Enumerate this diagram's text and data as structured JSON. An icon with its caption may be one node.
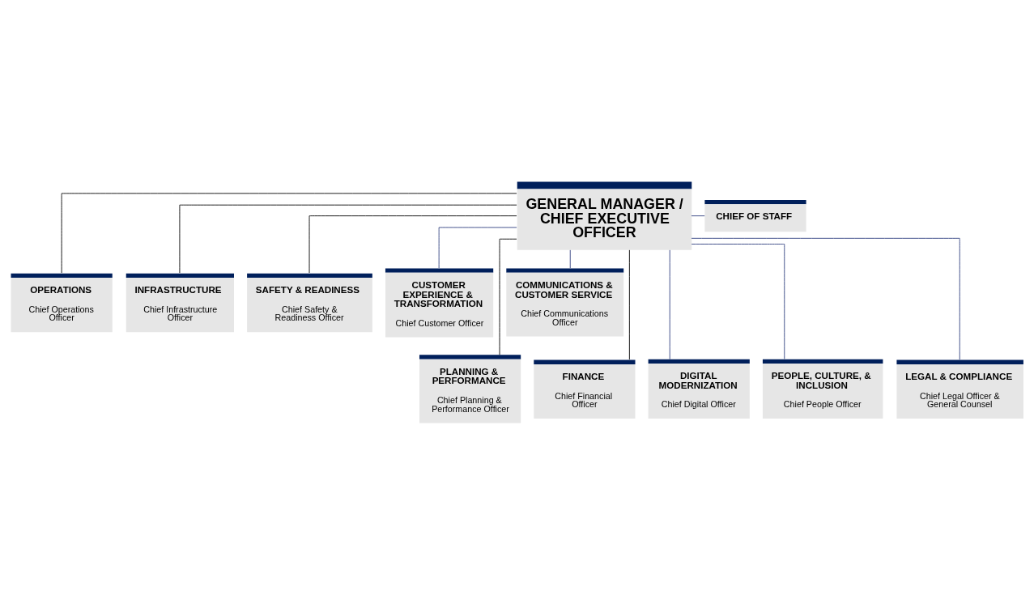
{
  "diagram": {
    "nodes": [
      {
        "text": [
          "GENERAL MANAGER / CHIEF EXECUTIVE OFFICER"
        ]
      },
      {
        "text": [
          "CHIEF OF STAFF"
        ]
      },
      {
        "text": [
          "OPERATIONS",
          "Chief Operations Officer"
        ]
      },
      {
        "text": [
          "PLANNING & PERFORMANCE",
          "Chief Planning & Performance Officer"
        ]
      },
      {
        "text": [
          "INFRASTRUCTURE",
          "Chief Infrastructure Officer"
        ]
      },
      {
        "text": [
          "FINANCE",
          "Chief Financial Officer"
        ]
      },
      {
        "text": [
          "SAFETY & READINESS",
          "Chief Safety & Readiness Officer"
        ]
      },
      {
        "text": [
          "DIGITAL MODERNIZATION",
          "Chief Digital Officer"
        ]
      },
      {
        "text": [
          "CUSTOMER EXPERIENCE & TRANSFORMATION",
          "Chief Customer Officer"
        ]
      },
      {
        "text": [
          "PEOPLE, CULTURE, & INCLUSION",
          "Chief People Officer"
        ]
      },
      {
        "text": [
          "COMMUNICATIONS & CUSTOMER SERVICE",
          "Chief Communications Officer"
        ]
      },
      {
        "text": [
          "LEGAL & COMPLIANCE",
          "Chief Legal Officer & General Counsel"
        ]
      }
    ],
    "edges": [
      {
        "from": 0,
        "to": 1,
        "arrow": "none"
      },
      {
        "from": 0,
        "to": 2,
        "arrow": "none",
        "color": "#000000"
      },
      {
        "from": 0,
        "to": 3,
        "arrow": "none",
        "color": "#000000"
      },
      {
        "from": 0,
        "to": 4,
        "arrow": "none",
        "color": "#000000"
      },
      {
        "from": 0,
        "to": 5,
        "arrow": "none",
        "color": "#000000"
      },
      {
        "from": 0,
        "to": 6,
        "arrow": "none",
        "color": "#000000"
      },
      {
        "from": 0,
        "to": 7,
        "arrow": "none"
      },
      {
        "from": 0,
        "to": 8,
        "arrow": "none"
      },
      {
        "from": 0,
        "to": 9,
        "arrow": "none"
      },
      {
        "from": 0,
        "to": 10,
        "arrow": "none"
      },
      {
        "from": 0,
        "to": 11,
        "arrow": "none"
      }
    ]
  }
}
